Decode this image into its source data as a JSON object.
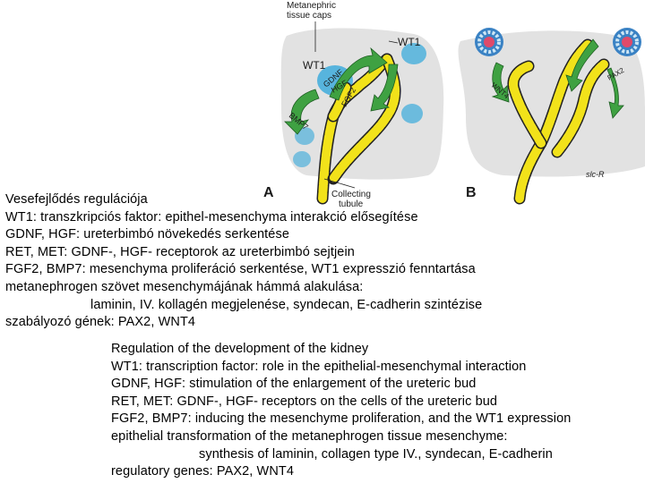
{
  "figure": {
    "labels": {
      "caps_line1": "Metanephric",
      "caps_line2": "tissue caps",
      "wt1_left": "WT1",
      "wt1_right": "WT1",
      "gdnf": "GDNF",
      "hgf": "HGF",
      "fgf2": "FGF2",
      "bmp7": "BMP7",
      "collecting_line1": "Collecting",
      "collecting_line2": "tubule",
      "panel_a": "A",
      "panel_b": "B",
      "signature": "slc-R",
      "wnt4": "WNT4",
      "pax2": "PAX2"
    },
    "colors": {
      "background_blob": "#e2e2e2",
      "tissue_cap": "#4fb1dc",
      "tubule_yellow": "#f2e21a",
      "arrow_green": "#3fa142",
      "ring_blue": "#3a82c4"
    }
  },
  "hungarian": {
    "title": "Vesefejlődés regulációja",
    "lines": [
      "WT1: transzkripciós faktor: epithel-mesenchyma interakció elősegítése",
      "GDNF, HGF: ureterbimbó növekedés serkentése",
      "RET, MET: GDNF-, HGF- receptorok az ureterbimbó sejtjein",
      "FGF2, BMP7: mesenchyma proliferáció serkentése, WT1 expresszió fenntartása",
      "metanephrogen szövet mesenchymájának hámmá alakulása:",
      "laminin, IV. kollagén megjelenése, syndecan, E-cadherin szintézise",
      "szabályozó gének: PAX2, WNT4"
    ]
  },
  "english": {
    "title": "Regulation of the development of the kidney",
    "lines": [
      "WT1: transcription factor: role in the epithelial-mesenchymal interaction",
      "GDNF, HGF: stimulation of the enlargement of the ureteric bud",
      "RET, MET: GDNF-, HGF- receptors on the cells of the ureteric bud",
      "FGF2, BMP7: inducing the mesenchyme proliferation, and the WT1 expression",
      "epithelial transformation of the metanephrogen tissue mesenchyme:",
      "synthesis of laminin, collagen type IV., syndecan, E-cadherin",
      "regulatory genes: PAX2, WNT4"
    ]
  }
}
